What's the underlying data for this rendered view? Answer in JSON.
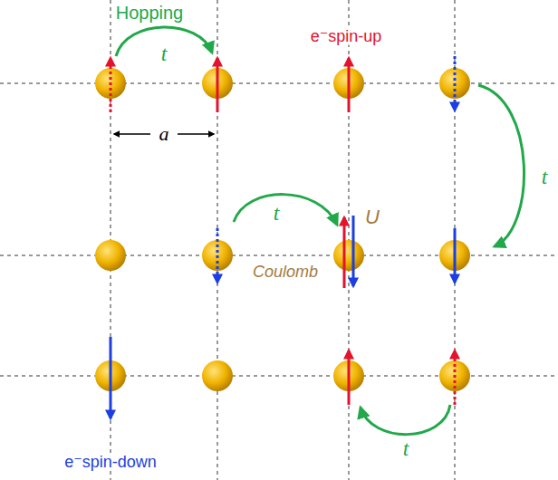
{
  "diagram": {
    "labels": [
      "Hopping",
      "t",
      "a",
      "e⁻spin-up",
      "t",
      "U",
      "Coulomb",
      "t",
      "e⁻spin-down",
      "t"
    ]
  }
}
